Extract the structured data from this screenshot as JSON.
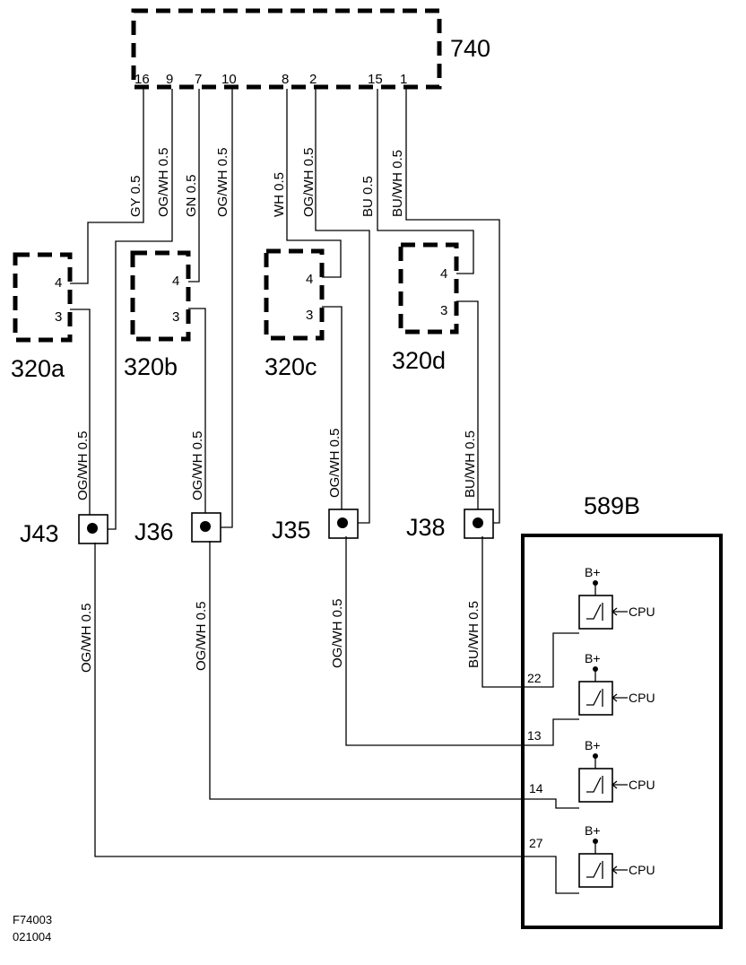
{
  "components": {
    "control_module": {
      "label": "740",
      "pins": [
        "16",
        "9",
        "7",
        "10",
        "8",
        "2",
        "15",
        "1"
      ]
    },
    "sensors": [
      {
        "label": "320a",
        "pin_top": "4",
        "pin_bottom": "3"
      },
      {
        "label": "320b",
        "pin_top": "4",
        "pin_bottom": "3"
      },
      {
        "label": "320c",
        "pin_top": "4",
        "pin_bottom": "3"
      },
      {
        "label": "320d",
        "pin_top": "4",
        "pin_bottom": "3"
      }
    ],
    "junctions": [
      "J43",
      "J36",
      "J35",
      "J38"
    ],
    "ecu": {
      "label": "589B",
      "pins": [
        "22",
        "13",
        "14",
        "27"
      ],
      "supply_label": "B+",
      "input_label": "CPU"
    }
  },
  "wires_top": [
    {
      "color": "GY",
      "size": "0.5"
    },
    {
      "color": "OG/WH",
      "size": "0.5"
    },
    {
      "color": "GN",
      "size": "0.5"
    },
    {
      "color": "OG/WH",
      "size": "0.5"
    },
    {
      "color": "WH",
      "size": "0.5"
    },
    {
      "color": "OG/WH",
      "size": "0.5"
    },
    {
      "color": "BU",
      "size": "0.5"
    },
    {
      "color": "BU/WH",
      "size": "0.5"
    }
  ],
  "wires_mid": [
    {
      "color": "OG/WH",
      "size": "0.5"
    },
    {
      "color": "OG/WH",
      "size": "0.5"
    },
    {
      "color": "OG/WH",
      "size": "0.5"
    },
    {
      "color": "BU/WH",
      "size": "0.5"
    }
  ],
  "wires_low": [
    {
      "color": "OG/WH",
      "size": "0.5"
    },
    {
      "color": "OG/WH",
      "size": "0.5"
    },
    {
      "color": "OG/WH",
      "size": "0.5"
    },
    {
      "color": "BU/WH",
      "size": "0.5"
    }
  ],
  "footer": {
    "line1": "F74003",
    "line2": "021004"
  }
}
